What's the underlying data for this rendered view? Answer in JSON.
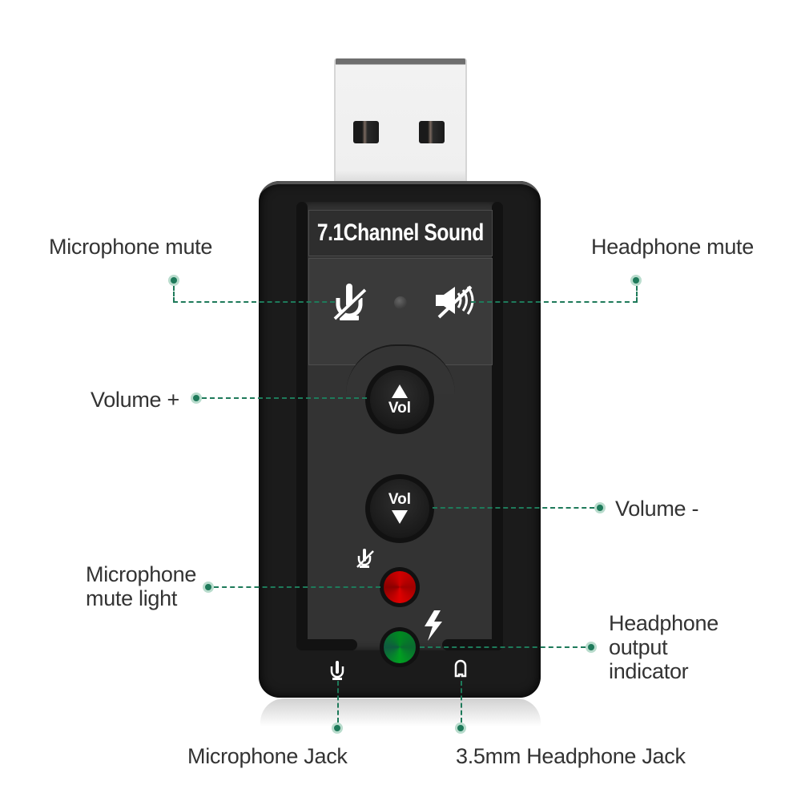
{
  "device": {
    "title": "7.1Channel Sound",
    "volume_up_label": "Vol",
    "volume_down_label": "Vol"
  },
  "callouts": {
    "microphone_mute": "Microphone mute",
    "headphone_mute": "Headphone mute",
    "volume_plus": "Volume +",
    "volume_minus": "Volume -",
    "mic_mute_light_line1": "Microphone",
    "mic_mute_light_line2": "mute light",
    "headphone_output_line1": "Headphone",
    "headphone_output_line2": "output",
    "headphone_output_line3": "indicator",
    "microphone_jack": "Microphone Jack",
    "headphone_jack": "3.5mm Headphone Jack"
  },
  "icons": {
    "mic_mute": "microphone-muted-icon",
    "speaker_mute": "speaker-muted-icon",
    "mic_small": "microphone-muted-small-icon",
    "lightning": "lightning-icon",
    "mic_jack": "microphone-icon",
    "headphone_jack": "headphone-icon"
  },
  "colors": {
    "callout_line": "#1e7a5a",
    "callout_pin_halo": "#b9dccd",
    "text": "#333333",
    "device_body": "#1b1b1b",
    "device_panel": "#333333",
    "led_red": "#d00000",
    "led_green": "#008a20"
  }
}
